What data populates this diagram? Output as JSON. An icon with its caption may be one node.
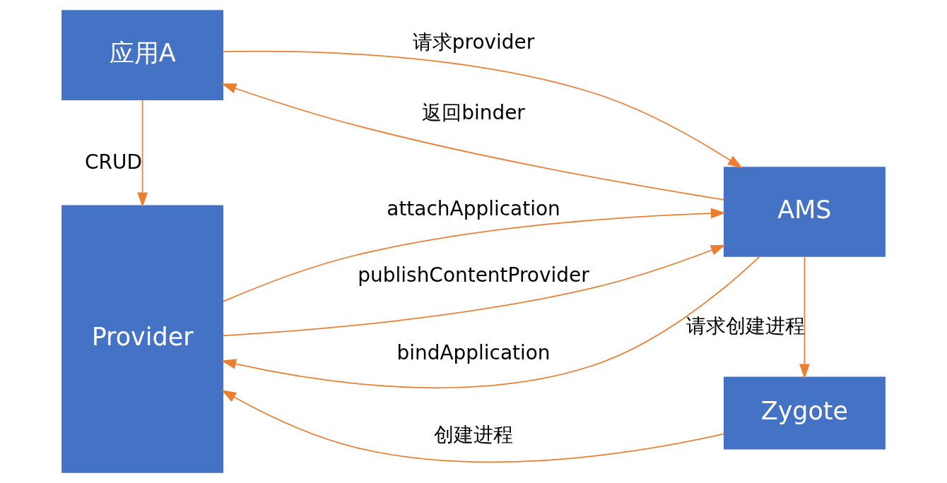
{
  "diagram": {
    "nodes": [
      {
        "text": [
          "应用A"
        ]
      },
      {
        "text": [
          "Provider"
        ]
      },
      {
        "text": [
          "AMS"
        ]
      },
      {
        "text": [
          "Zygote"
        ]
      }
    ],
    "edges": [
      {
        "from": 0,
        "to": 2,
        "arrow": "to",
        "label": "请求provider"
      },
      {
        "from": 2,
        "to": 0,
        "arrow": "to",
        "label": "返回binder"
      },
      {
        "from": 0,
        "to": 1,
        "arrow": "to",
        "label": "CRUD"
      },
      {
        "from": 1,
        "to": 2,
        "arrow": "to",
        "label": "attachApplication"
      },
      {
        "from": 2,
        "to": 1,
        "arrow": "to",
        "label": "bindApplication"
      },
      {
        "from": 1,
        "to": 2,
        "arrow": "to",
        "label": "publishContentProvider"
      },
      {
        "from": 2,
        "to": 3,
        "arrow": "to",
        "label": "请求创建进程"
      },
      {
        "from": 3,
        "to": 1,
        "arrow": "to",
        "label": "创建进程"
      }
    ]
  }
}
